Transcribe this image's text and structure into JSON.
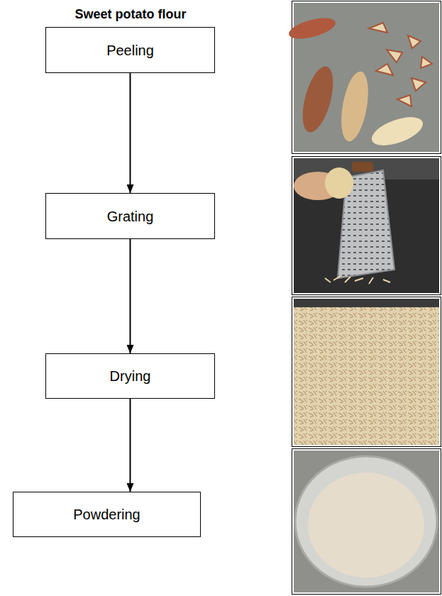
{
  "diagram": {
    "title": "Sweet potato flour",
    "nodes": [
      {
        "text": [
          "Peeling"
        ]
      },
      {
        "text": [
          "Grating"
        ]
      },
      {
        "text": [
          "Drying"
        ]
      },
      {
        "text": [
          "Powdering"
        ]
      }
    ],
    "edges": [
      {
        "from": 0,
        "to": 1,
        "arrow": "to"
      },
      {
        "from": 1,
        "to": 2,
        "arrow": "to"
      },
      {
        "from": 2,
        "to": 3,
        "arrow": "to"
      }
    ]
  }
}
